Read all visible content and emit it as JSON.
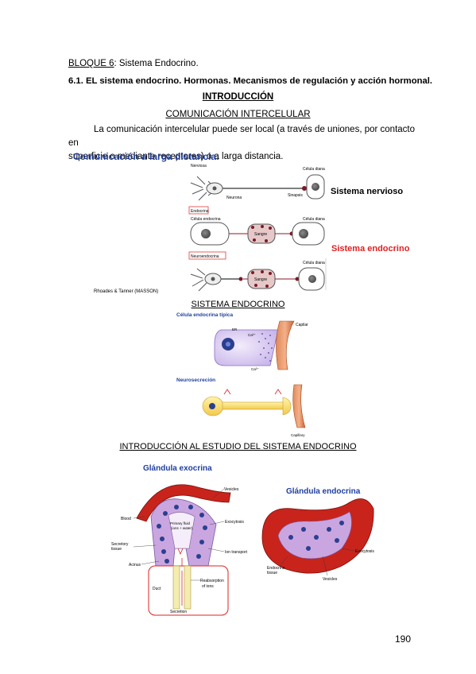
{
  "header": {
    "bloque_label": "BLOQUE 6",
    "bloque_rest": ": Sistema Endocrino.",
    "section_title": "6.1. EL sistema endocrino. Hormonas. Mecanismos de regulación y acción hormonal."
  },
  "headings": {
    "introduccion": "INTRODUCCIÓN",
    "comunicacion": "COMUNICACIÓN INTERCELULAR",
    "sistema_endocrino": "SISTEMA ENDOCRINO",
    "intro_estudio": "INTRODUCCIÓN AL ESTUDIO DEL SISTEMA ENDOCRINO"
  },
  "paragraph": {
    "line1": "La comunicación intercelular puede ser local (a través de uniones, por contacto en",
    "line2": "superficie o mediante receptores) o a larga distancia."
  },
  "fig1": {
    "title": "Comunicación a larga distancia:",
    "nerviosa": "Nerviosa",
    "neurona": "Neurona",
    "sinapsis": "Sinapsis",
    "celula_diana": "Célula diana",
    "sistema_nervioso": "Sistema nervioso",
    "endocrina": "Endocrina",
    "celula_endocrina": "Célula endocrina",
    "sangre": "Sangre",
    "neuroendocrina": "Neuroendocrina",
    "sistema_endocrino": "Sistema endocrino",
    "credit": "Rhoades & Tanner (MASSON)"
  },
  "fig2": {
    "title": "Célula endocrina típica",
    "er": "ER",
    "ca": "Ca²⁺",
    "capilar": "Capilar"
  },
  "fig3": {
    "title": "Neurosecreción",
    "capillary": "Capillary"
  },
  "fig4": {
    "exo_title": "Glándula exocrina",
    "endo_title": "Glándula endocrina",
    "vesicles": "Vesicles",
    "blood": "Blood",
    "primary_fluid": "Primary fluid",
    "ions_water": "(ions + water)",
    "exocytosis": "Exocytosis",
    "secretory": "Secretory",
    "tissue": "tissue",
    "ion_transport": "Ion transport",
    "acinus": "Acinus",
    "duct": "Duct",
    "reabsorption": "Reabsorption",
    "of_ions": "of ions",
    "secretion": "Secretion",
    "endocrine": "Endocrine",
    "endo_exocytosis": "Exocytosis",
    "endo_vesicles": "Vesicles"
  },
  "page_number": "190",
  "colors": {
    "blue_title": "#1f3f9f",
    "red_label": "#e02020",
    "blood_red": "#c8241c",
    "cell_purple": "#c9a6e0",
    "nucleus_blue": "#2b3f8f"
  }
}
